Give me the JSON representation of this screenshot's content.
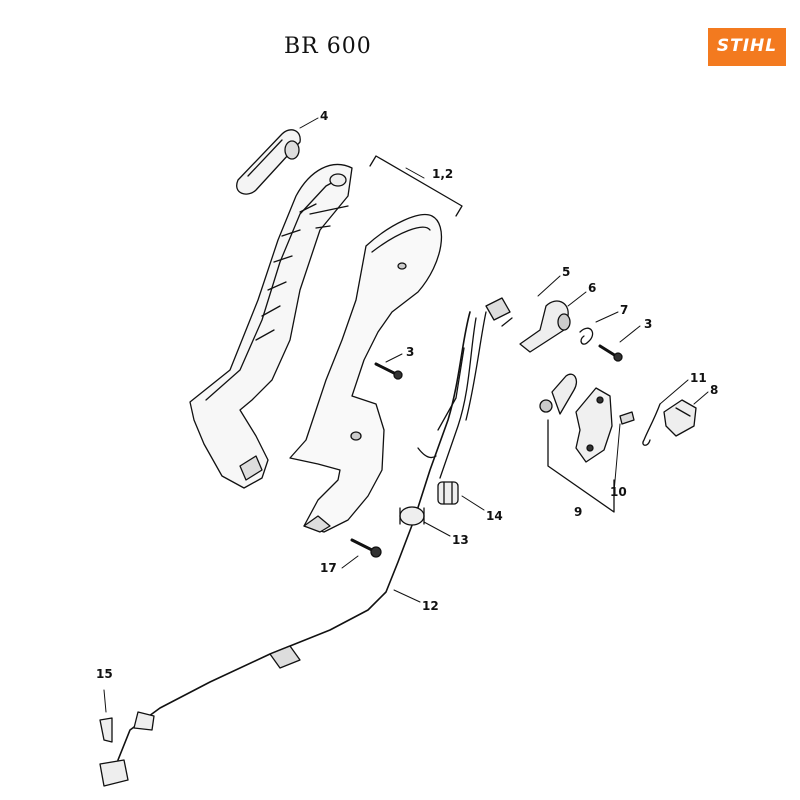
{
  "title": "BR 600",
  "brand": {
    "name": "STIHL",
    "color": "#f37a1f"
  },
  "callouts": {
    "c1": "4",
    "c2": "1,2",
    "c3": "5",
    "c4": "6",
    "c5": "7",
    "c6": "3",
    "c7": "3",
    "c8": "11",
    "c9": "8",
    "c10": "9",
    "c11": "10",
    "c12": "14",
    "c13": "13",
    "c14": "17",
    "c15": "12",
    "c16": "15"
  }
}
